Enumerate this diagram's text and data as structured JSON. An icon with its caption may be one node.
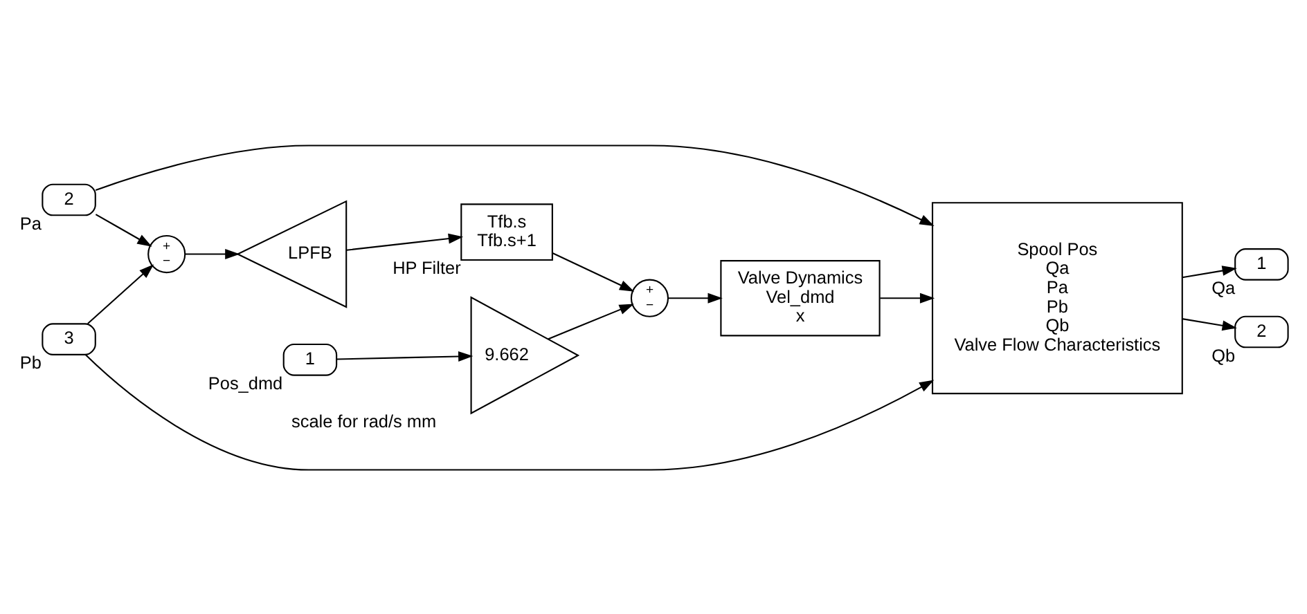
{
  "diagram": {
    "nodes": [
      {
        "text": [
          "1"
        ],
        "beside": [
          "Pos_dmd"
        ]
      },
      {
        "text": [
          "9.662"
        ],
        "beside": [
          "scale for rad/s mm"
        ]
      },
      {
        "text": [
          "+",
          "−"
        ]
      },
      {
        "text": [
          "Valve Dynamics",
          "Vel_dmd",
          "x"
        ]
      },
      {
        "text": [
          "Spool Pos",
          "Qa",
          "Pa",
          "Pb",
          "Qb",
          "Valve Flow Characteristics"
        ]
      },
      {
        "text": [
          "1"
        ],
        "beside": [
          "Qa"
        ]
      },
      {
        "text": [
          "2"
        ],
        "beside": [
          "Pa"
        ]
      },
      {
        "text": [
          "3"
        ],
        "beside": [
          "Pb"
        ]
      },
      {
        "text": [
          "2"
        ],
        "beside": [
          "Qb"
        ]
      },
      {
        "text": [
          "+",
          "−"
        ]
      },
      {
        "text": [
          "LPFB"
        ]
      },
      {
        "text": [
          "Tfb.s",
          "Tfb.s+1"
        ],
        "beside": [
          "HP Filter"
        ]
      }
    ],
    "edges": [
      {
        "from": 0,
        "to": 1,
        "arrow": "to"
      },
      {
        "from": 1,
        "to": 2,
        "arrow": "to"
      },
      {
        "from": 2,
        "to": 3,
        "arrow": "to"
      },
      {
        "from": 3,
        "to": 4,
        "arrow": "to"
      },
      {
        "from": 4,
        "to": 5,
        "arrow": "to"
      },
      {
        "from": 6,
        "to": 4,
        "arrow": "to"
      },
      {
        "from": 7,
        "to": 4,
        "arrow": "to"
      },
      {
        "from": 4,
        "to": 8,
        "arrow": "to"
      },
      {
        "from": 7,
        "to": 9,
        "arrow": "to"
      },
      {
        "from": 6,
        "to": 9,
        "arrow": "to"
      },
      {
        "from": 9,
        "to": 10,
        "arrow": "to"
      },
      {
        "from": 10,
        "to": 11,
        "arrow": "to"
      },
      {
        "from": 11,
        "to": 2,
        "arrow": "to"
      }
    ]
  }
}
